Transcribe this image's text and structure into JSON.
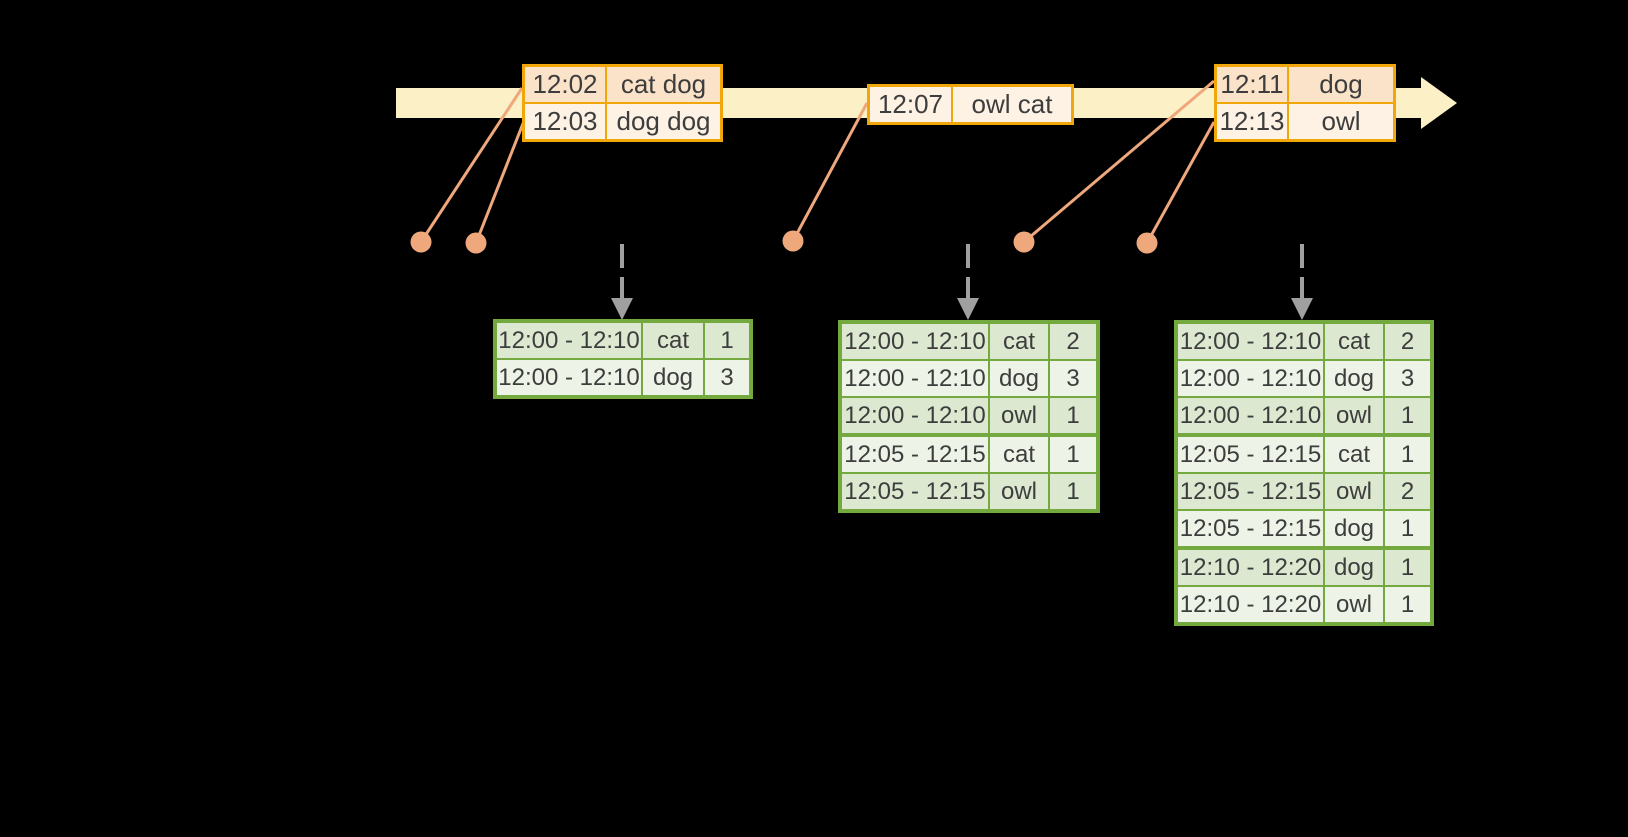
{
  "colors": {
    "background": "#000000",
    "band": "#FCF0C6",
    "orange-border": "#F1A70A",
    "peach-dark": "#FAE3C8",
    "peach-light": "#FDF2E3",
    "connector": "#EFA77C",
    "arrow-gray": "#A0A0A0",
    "green-border": "#74A93F",
    "green-cell-dark": "#DCE8D0",
    "green-cell-light": "#EDF3E6",
    "text": "#3D3D3D"
  },
  "event_tables": [
    {
      "name": "event-table-1",
      "rows": [
        {
          "time": "12:02",
          "words": "cat dog"
        },
        {
          "time": "12:03",
          "words": "dog dog"
        }
      ]
    },
    {
      "name": "event-table-2",
      "rows": [
        {
          "time": "12:07",
          "words": "owl cat"
        }
      ]
    },
    {
      "name": "event-table-3",
      "rows": [
        {
          "time": "12:11",
          "words": "dog"
        },
        {
          "time": "12:13",
          "words": "owl"
        }
      ]
    }
  ],
  "result_tables": [
    {
      "name": "result-table-1",
      "rows": [
        {
          "window": "12:00 - 12:10",
          "word": "cat",
          "count": "1"
        },
        {
          "window": "12:00 - 12:10",
          "word": "dog",
          "count": "3"
        }
      ]
    },
    {
      "name": "result-table-2",
      "rows": [
        {
          "window": "12:00 - 12:10",
          "word": "cat",
          "count": "2"
        },
        {
          "window": "12:00 - 12:10",
          "word": "dog",
          "count": "3"
        },
        {
          "window": "12:00 - 12:10",
          "word": "owl",
          "count": "1"
        },
        {
          "window": "12:05 - 12:15",
          "word": "cat",
          "count": "1"
        },
        {
          "window": "12:05 - 12:15",
          "word": "owl",
          "count": "1"
        }
      ]
    },
    {
      "name": "result-table-3",
      "rows": [
        {
          "window": "12:00 - 12:10",
          "word": "cat",
          "count": "2"
        },
        {
          "window": "12:00 - 12:10",
          "word": "dog",
          "count": "3"
        },
        {
          "window": "12:00 - 12:10",
          "word": "owl",
          "count": "1"
        },
        {
          "window": "12:05 - 12:15",
          "word": "cat",
          "count": "1"
        },
        {
          "window": "12:05 - 12:15",
          "word": "owl",
          "count": "2"
        },
        {
          "window": "12:05 - 12:15",
          "word": "dog",
          "count": "1"
        },
        {
          "window": "12:10 - 12:20",
          "word": "dog",
          "count": "1"
        },
        {
          "window": "12:10 - 12:20",
          "word": "owl",
          "count": "1"
        }
      ]
    }
  ]
}
